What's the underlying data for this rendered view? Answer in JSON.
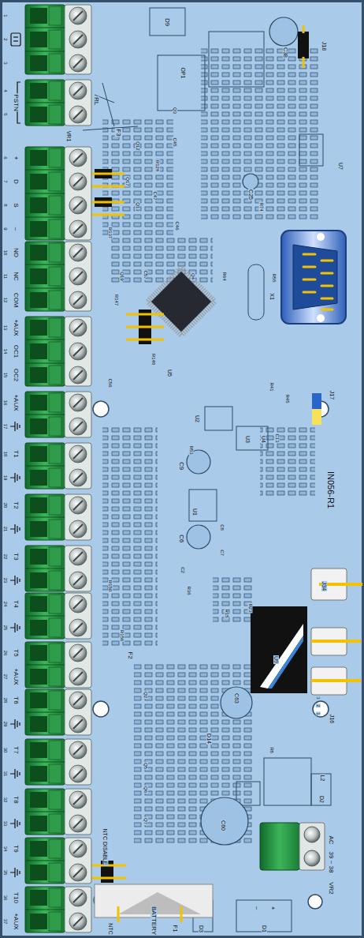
{
  "diagram": {
    "labels": [
      "1",
      "2",
      "3",
      "4",
      "5",
      "6",
      "7",
      "8",
      "9",
      "10",
      "11",
      "12",
      "13",
      "14",
      "15",
      "16",
      "17",
      "18",
      "19",
      "20",
      "21",
      "22",
      "23",
      "24",
      "25",
      "26",
      "27",
      "28",
      "29",
      "30",
      "31",
      "32",
      "33",
      "34",
      "35",
      "36",
      "37",
      "PSTN",
      "+",
      "D",
      "S",
      "–",
      "NO",
      "NC",
      "COM",
      "+AUX",
      "OC1",
      "OC2",
      "+AUX",
      "T1",
      "T2",
      "T3",
      "T4",
      "T5",
      "+AUX",
      "T6",
      "T7",
      "T8",
      "T9",
      "T10",
      "+AUX",
      "VR1",
      "RL",
      "F3",
      "D9",
      "OP1",
      "C38",
      "J18",
      "C25",
      "U7",
      "X1",
      "U5",
      "J17",
      "U2",
      "U3",
      "U4",
      "C9",
      "U1",
      "C6",
      "IN056-R1",
      "J34",
      "F2",
      "U9",
      "C63",
      "D14",
      "J16",
      "3",
      "2",
      "1",
      "L2",
      "D2",
      "C60",
      "AC",
      "39 ~ 38",
      "VR2",
      "F1",
      "D3",
      "D1",
      "NTC DISABLE",
      "NTC",
      "BATTERY",
      "+",
      "–",
      "Q12",
      "R137",
      "Q17",
      "Q13",
      "R124",
      "R147",
      "R148",
      "Q19",
      "Q3",
      "Q4",
      "R74",
      "R64",
      "R55",
      "R45",
      "R41",
      "C13",
      "R53",
      "C8",
      "C7",
      "C2",
      "R36",
      "R15",
      "R23",
      "C45",
      "C46",
      "C47",
      "C57",
      "C56",
      "R150",
      "R156",
      "Q2",
      "Q5",
      "Q6",
      "Q7",
      "R8"
    ]
  }
}
